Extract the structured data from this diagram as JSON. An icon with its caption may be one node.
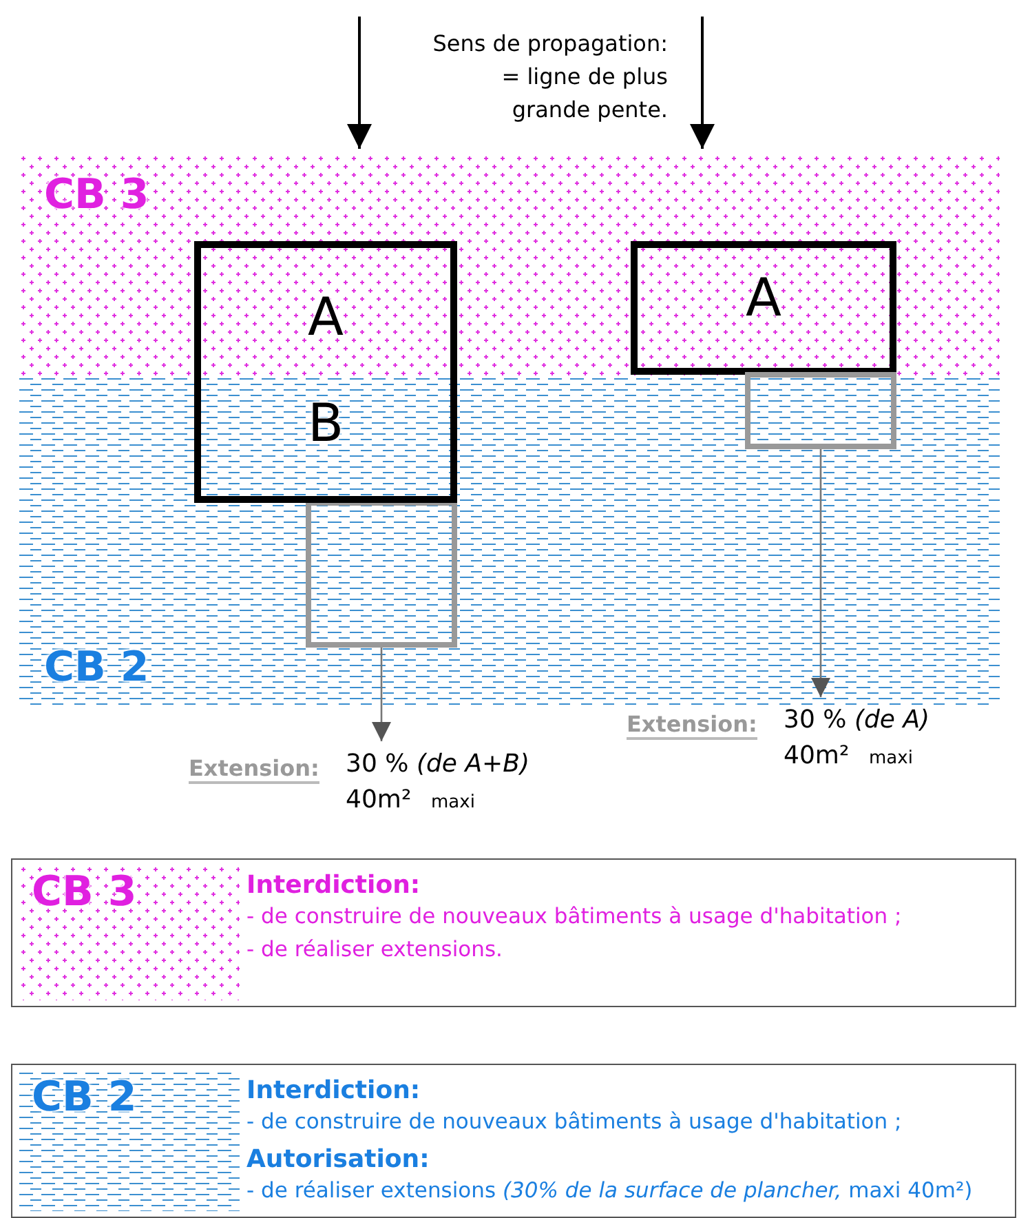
{
  "diagram": {
    "nodes": [
      {
        "text": [
          "CB 3"
        ]
      },
      {
        "text": [
          "CB 2"
        ]
      },
      {
        "text": [
          "A",
          "B"
        ]
      },
      {
        "text": [
          "A"
        ],
        "in": 0
      },
      {
        "text": [],
        "shape": "box",
        "in": 1
      },
      {
        "text": [],
        "shape": "box",
        "in": 1
      },
      {
        "text": [
          "Extension:",
          "30 % *(de A+B)*",
          "40m²",
          "maxi"
        ]
      },
      {
        "text": [
          "Extension:",
          "30 % *(de A)*",
          "40m²",
          "maxi"
        ]
      },
      {
        "text": [
          "CB 3",
          "Interdiction:",
          "- de construire de nouveaux bâtiments à usage d'habitation ;",
          "- de réaliser extensions."
        ]
      },
      {
        "text": [
          "CB 2",
          "Interdiction:",
          "- de construire de nouveaux bâtiments à usage d'habitation ;",
          "Autorisation:",
          "- de réaliser extensions *(30% de la surface de plancher,* maxi 40m²)"
        ]
      }
    ],
    "edges": [
      {
        "from": 4,
        "to": 6,
        "arrow": "to"
      },
      {
        "from": 5,
        "to": 7,
        "arrow": "to"
      }
    ],
    "labels": [
      "Sens de propagation: = ligne de plus grande pente."
    ]
  }
}
